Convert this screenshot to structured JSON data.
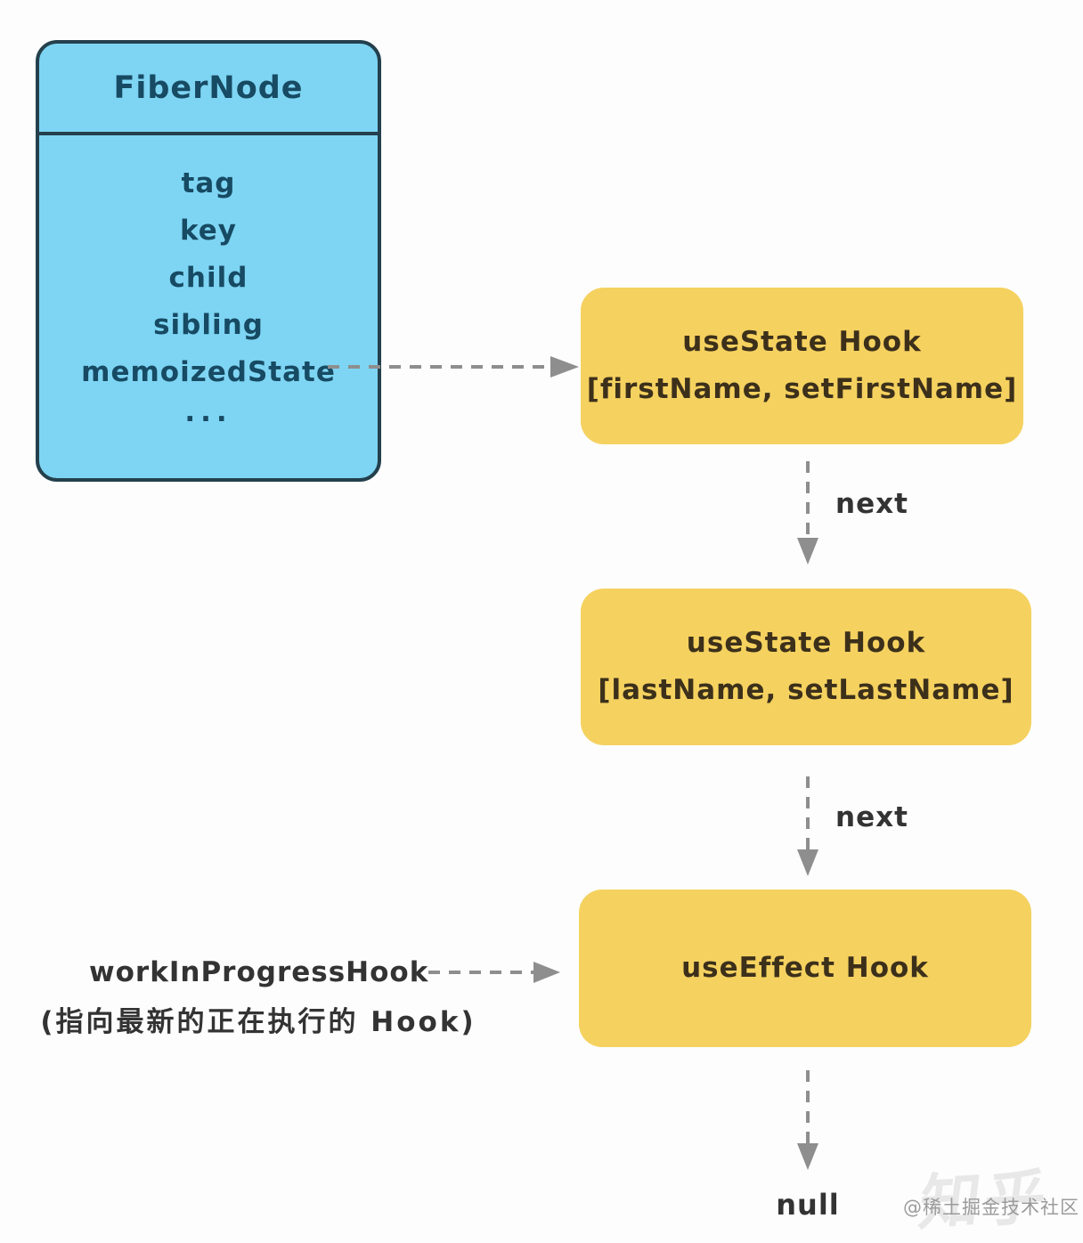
{
  "fiber_node": {
    "title": "FiberNode",
    "fields": [
      "tag",
      "key",
      "child",
      "sibling",
      "memoizedState",
      "···"
    ]
  },
  "hooks": [
    {
      "title": "useState Hook",
      "subtitle": "[firstName, setFirstName]"
    },
    {
      "title": "useState Hook",
      "subtitle": "[lastName, setLastName]"
    },
    {
      "title": "useEffect Hook"
    }
  ],
  "labels": {
    "next_first": "next",
    "next_second": "next",
    "terminal": "null",
    "work_in_progress": "workInProgressHook",
    "work_in_progress_note": "(指向最新的正在执行的 Hook)"
  },
  "watermarks": {
    "community": "@稀土掘金技术社区",
    "ghost": "知乎"
  },
  "colors": {
    "fiber_fill": "#7ed5f3",
    "fiber_border": "#24404d",
    "fiber_text": "#174a63",
    "hook_fill": "#f5d15f",
    "hook_text": "#3c301b",
    "arrow": "#8e8e8e",
    "label_text": "#333333",
    "watermark_text": "#9b9b9b"
  }
}
